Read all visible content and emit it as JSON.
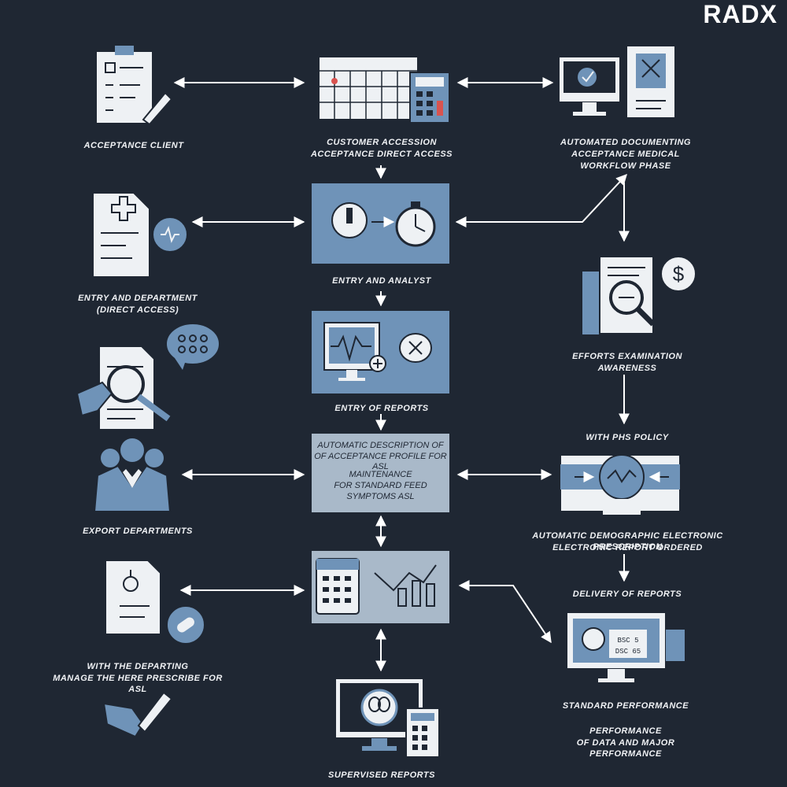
{
  "brand": "RADX",
  "colors": {
    "background": "#1f2733",
    "panel_blue": "#6f93b8",
    "panel_grey": "#a9b9c9",
    "icon_white": "#eef1f4",
    "icon_blue": "#6f93b8",
    "accent_red": "#d9534f",
    "line": "#ffffff"
  },
  "labels": {
    "acceptance_client": "ACCEPTANCE CLIENT",
    "customer_access_1": "CUSTOMER ACCESSION",
    "customer_access_2": "ACCEPTANCE DIRECT ACCESS",
    "auto_doc_1": "AUTOMATED DOCUMENTING",
    "auto_doc_2": "ACCEPTANCE MEDICAL",
    "auto_doc_3": "WORKFLOW PHASE",
    "entry_dept_1": "ENTRY AND DEPARTMENT",
    "entry_dept_2": "(DIRECT ACCESS)",
    "entry_analyst": "ENTRY AND ANALYST",
    "efforts_1": "EFFORTS EXAMINATION",
    "efforts_2": "AWARENESS",
    "entry_reports": "ENTRY OF REPORTS",
    "with_phs": "WITH PHS POLICY",
    "auto_box_1": "AUTOMATIC DESCRIPTION OF",
    "auto_box_2": "OF ACCEPTANCE PROFILE FOR ASL",
    "auto_box_3": "MAINTENANCE",
    "auto_box_4": "FOR STANDARD FEED",
    "auto_box_5": "SYMPTOMS ASL",
    "export_departments": "EXPORT DEPARTMENTS",
    "auto_demo_1": "AUTOMATIC DEMOGRAPHIC ELECTRONIC PRESCRIPTION",
    "auto_demo_2": "ELECTRONIC REPORT ORDERED",
    "delivery_reports": "DELIVERY OF REPORTS",
    "with_dept_1": "WITH THE DEPARTING",
    "with_dept_2": "MANAGE THE HERE PRESCRIBE FOR ASL",
    "stand_perf": "STANDARD PERFORMANCE",
    "perf_1": "PERFORMANCE",
    "perf_2": "OF DATA AND MAJOR PERFORMANCE",
    "supervised_reports": "SUPERVISED REPORTS"
  },
  "icons": [
    "checklist-clipboard-icon",
    "calendar-icon",
    "calculator-icon",
    "computer-checkmark-icon",
    "document-x-icon",
    "medical-document-icon",
    "stopwatch-icon",
    "magnifier-document-icon",
    "dollar-icon",
    "chat-bubble-icon",
    "monitor-waveform-icon",
    "people-group-icon",
    "gauge-monitor-icon",
    "spreadsheet-chart-icon",
    "pen-hand-icon",
    "medical-chart-icon",
    "lab-monitor-icon",
    "microscope-monitor-icon"
  ]
}
